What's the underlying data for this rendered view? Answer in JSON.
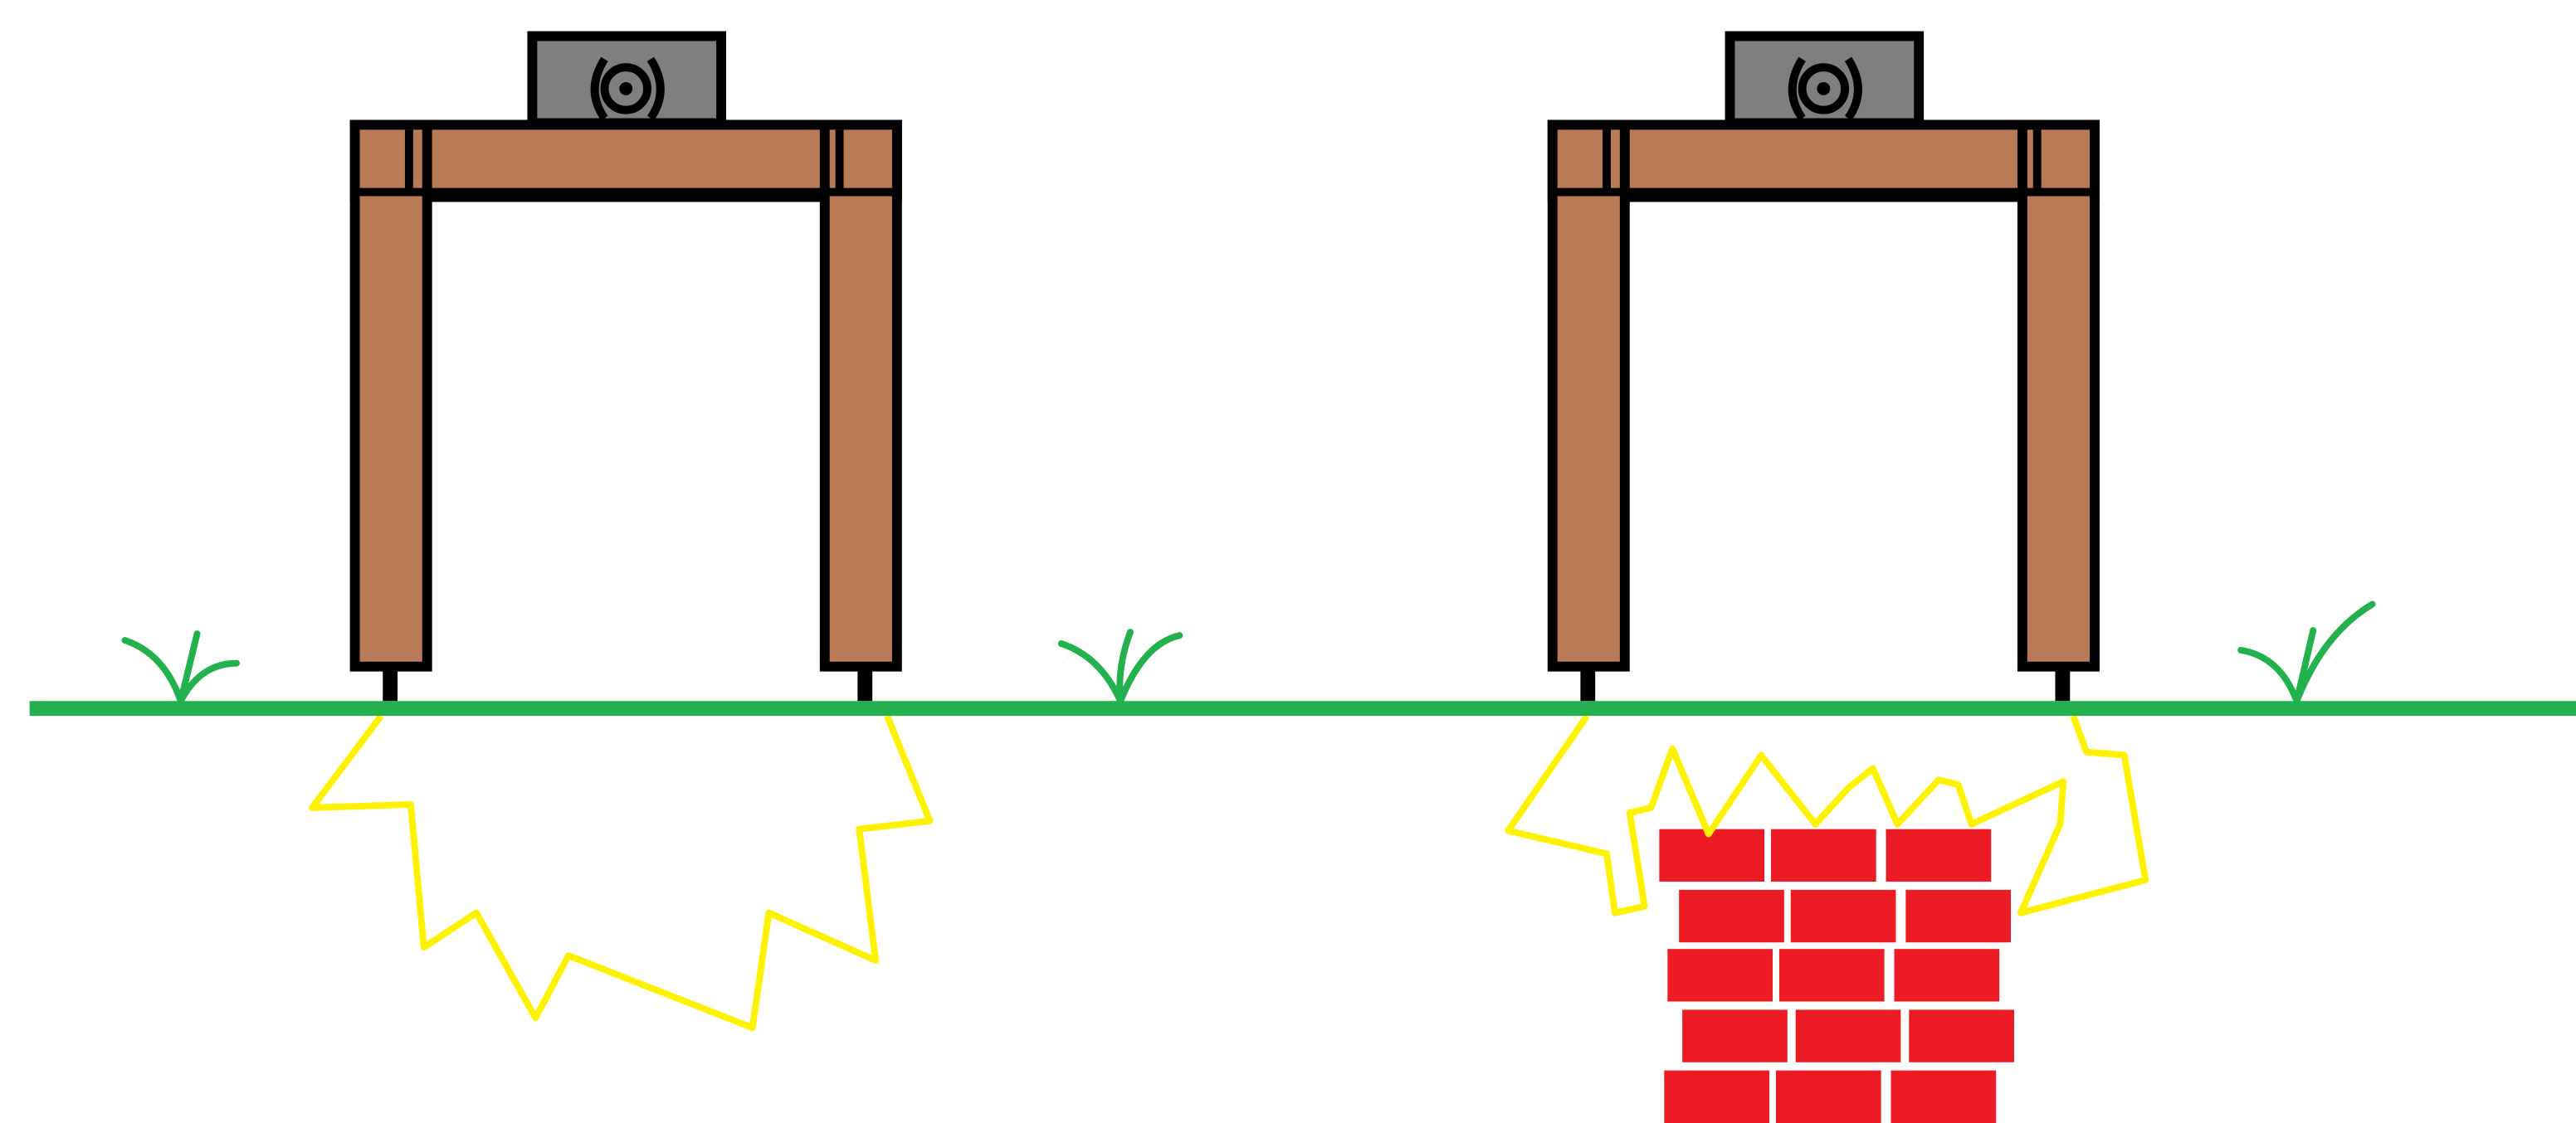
{
  "colors": {
    "background": "#ffffff",
    "outline": "#000000",
    "wood": "#b97a57",
    "device_body": "#7f7f7f",
    "ground": "#22b14c",
    "grass": "#22b14c",
    "field_line": "#fff200",
    "brick": "#ed1c24",
    "mortar": "#ffffff"
  },
  "frames": [
    {
      "id": "frame-left",
      "label": "",
      "underground_obstacle": "none"
    },
    {
      "id": "frame-right",
      "label": "",
      "underground_obstacle": "brick-wall"
    }
  ],
  "icons": {
    "device": "sensor-box-icon",
    "grass": "grass-tuft-icon",
    "wall": "brick-wall-icon"
  }
}
